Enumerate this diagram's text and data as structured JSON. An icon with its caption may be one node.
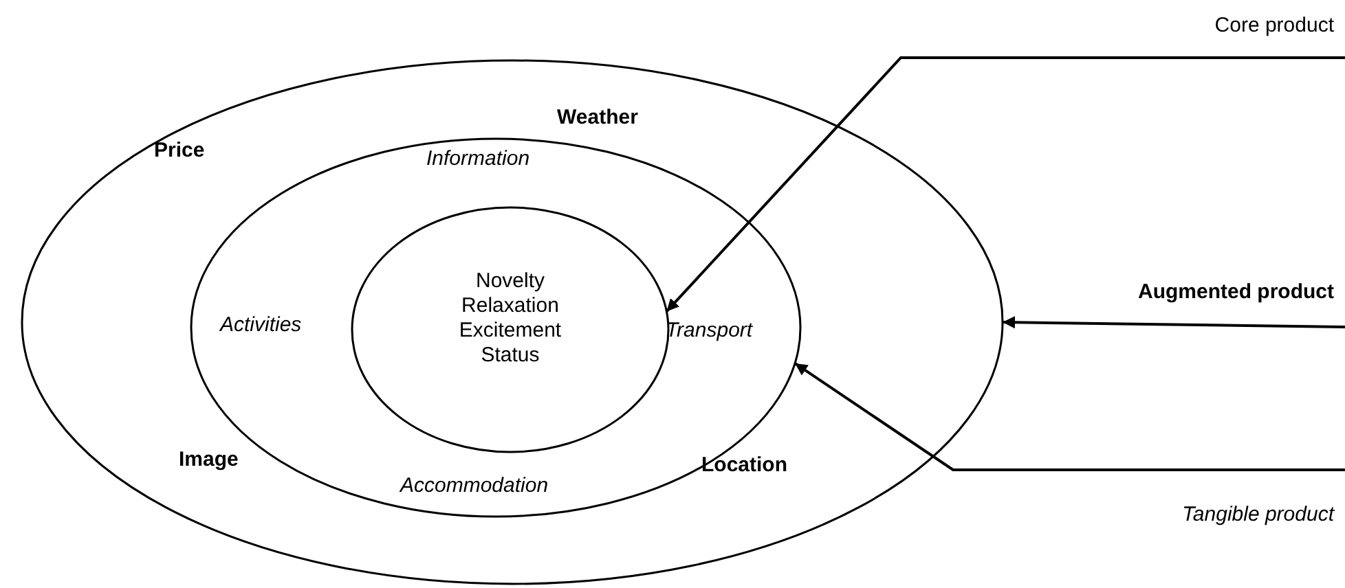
{
  "diagram": {
    "nodes": [
      {
        "text": [
          "Price",
          "Weather",
          "Image",
          "Location"
        ]
      },
      {
        "text": [
          "Information",
          "Activities",
          "Transport",
          "Accommodation"
        ],
        "in": 0
      },
      {
        "text": [
          "Novelty Relaxation Excitement Status"
        ],
        "in": 1
      },
      {
        "text": [
          "Core product"
        ]
      },
      {
        "text": [
          "Augmented product"
        ]
      },
      {
        "text": [
          "Tangible product"
        ]
      }
    ],
    "edges": [
      {
        "from": 3,
        "to": 2,
        "arrow": "to"
      },
      {
        "from": 4,
        "to": 0,
        "arrow": "to"
      },
      {
        "from": 5,
        "to": 1,
        "arrow": "to"
      }
    ]
  }
}
